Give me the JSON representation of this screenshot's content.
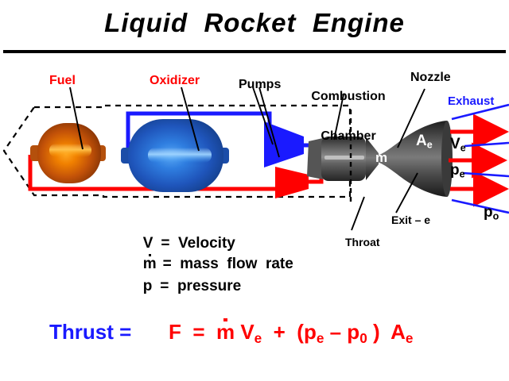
{
  "title": "Liquid  Rocket  Engine",
  "colors": {
    "red": "#ff0000",
    "blue": "#1a1aff",
    "black": "#000000",
    "white": "#ffffff",
    "fuel_tank": "#c85a10",
    "oxidizer_tank": "#1f5fc0",
    "engine_gray": "#4a4a4a"
  },
  "labels": {
    "fuel": "Fuel",
    "oxidizer": "Oxidizer",
    "pumps": "Pumps",
    "combustion_chamber_line1": "Combustion",
    "combustion_chamber_line2": "Chamber",
    "nozzle": "Nozzle",
    "exhaust": "Exhaust",
    "throat": "Throat",
    "exit": "Exit – e",
    "area_exit": "A",
    "area_exit_sub": "e",
    "mdot": "m",
    "velocity_exit": "V",
    "velocity_exit_sub": "e",
    "pressure_exit": "p",
    "pressure_exit_sub": "e",
    "pressure_ambient": "p",
    "pressure_ambient_sub": "o"
  },
  "legend": {
    "line1_sym": "V",
    "line1_eq": "=  Velocity",
    "line2_sym": "m",
    "line2_eq": "=  mass  flow  rate",
    "line3_sym": "p",
    "line3_eq": "=  pressure"
  },
  "equation": {
    "lhs": "Thrust =",
    "rhs_part1": "F  =  ",
    "rhs_mdot": "m",
    "rhs_part2": " V",
    "rhs_sub1": "e",
    "rhs_part3": "  +  (p",
    "rhs_sub2": "e",
    "rhs_part4": " – p",
    "rhs_sub3": "0",
    "rhs_part5": " )  A",
    "rhs_sub4": "e"
  }
}
